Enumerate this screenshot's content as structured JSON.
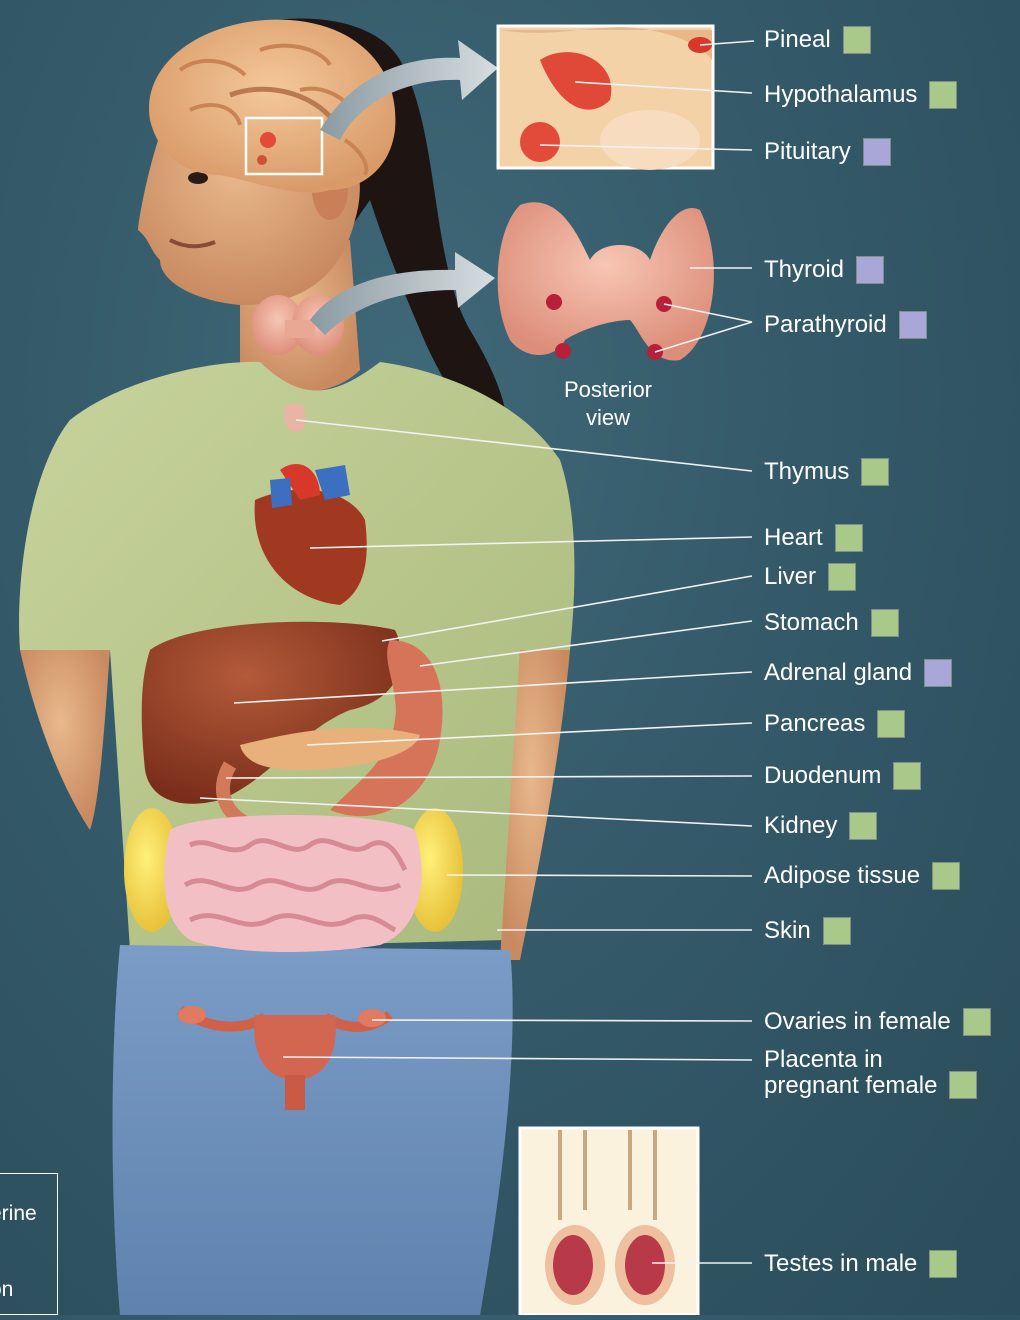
{
  "colors": {
    "swatch_green": "#a9c98a",
    "swatch_purple": "#a9a6d8",
    "background": "#325766",
    "shirt": "#b9c78d",
    "jeans": "#6b8db8"
  },
  "labels": [
    {
      "text": "Pineal",
      "swatch": "green"
    },
    {
      "text": "Hypothalamus",
      "swatch": "green"
    },
    {
      "text": "Pituitary",
      "swatch": "purple"
    },
    {
      "text": "Thyroid",
      "swatch": "purple"
    },
    {
      "text": "Parathyroid",
      "swatch": "purple"
    },
    {
      "text": "Thymus",
      "swatch": "green"
    },
    {
      "text": "Heart",
      "swatch": "green"
    },
    {
      "text": "Liver",
      "swatch": "green"
    },
    {
      "text": "Stomach",
      "swatch": "green"
    },
    {
      "text": "Adrenal gland",
      "swatch": "purple"
    },
    {
      "text": "Pancreas",
      "swatch": "green"
    },
    {
      "text": "Duodenum",
      "swatch": "green"
    },
    {
      "text": "Kidney",
      "swatch": "green"
    },
    {
      "text": "Adipose tissue",
      "swatch": "green"
    },
    {
      "text": "Skin",
      "swatch": "green"
    },
    {
      "text": "Ovaries in female",
      "swatch": "green"
    },
    {
      "text": "Placenta in pregnant female",
      "line1": "Placenta in",
      "line2": "pregnant female",
      "swatch": "green"
    },
    {
      "text": "Testes in male",
      "swatch": "green"
    }
  ],
  "posterior_view": {
    "line1": "Posterior",
    "line2": "view"
  },
  "legend": {
    "line1": "erine",
    "line2": "on"
  }
}
